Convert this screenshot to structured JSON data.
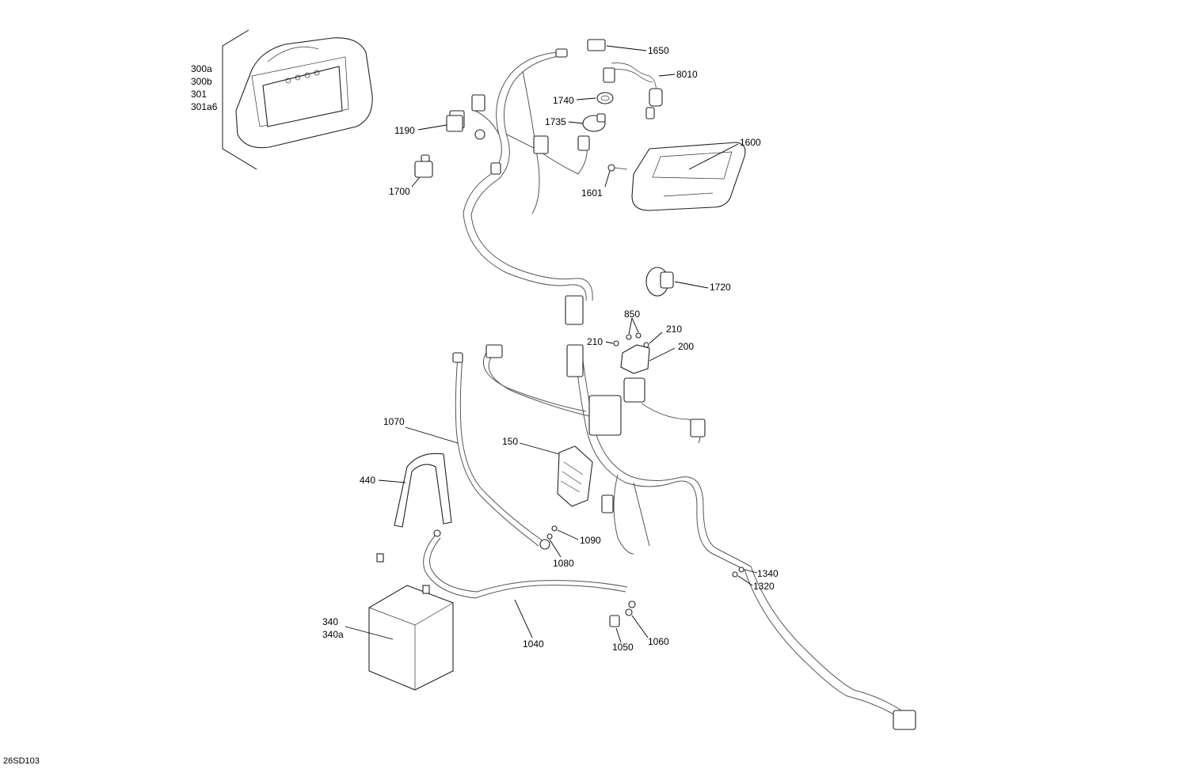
{
  "diagram_code": "26SD103",
  "callouts": {
    "c1650": "1650",
    "c8010": "8010",
    "c1740": "1740",
    "c1735": "1735",
    "c1190": "1190",
    "c1600": "1600",
    "c1601": "1601",
    "c1700": "1700",
    "c1720": "1720",
    "c850": "850",
    "c210a": "210",
    "c210b": "210",
    "c200": "200",
    "c1070": "1070",
    "c150": "150",
    "c440": "440",
    "c1090": "1090",
    "c1080": "1080",
    "c1340": "1340",
    "c1320": "1320",
    "c340": "340",
    "c340a": "340a",
    "c1040": "1040",
    "c1050": "1050",
    "c1060": "1060"
  },
  "speaker_callouts": [
    "300a",
    "300b",
    "301",
    "301a6"
  ]
}
